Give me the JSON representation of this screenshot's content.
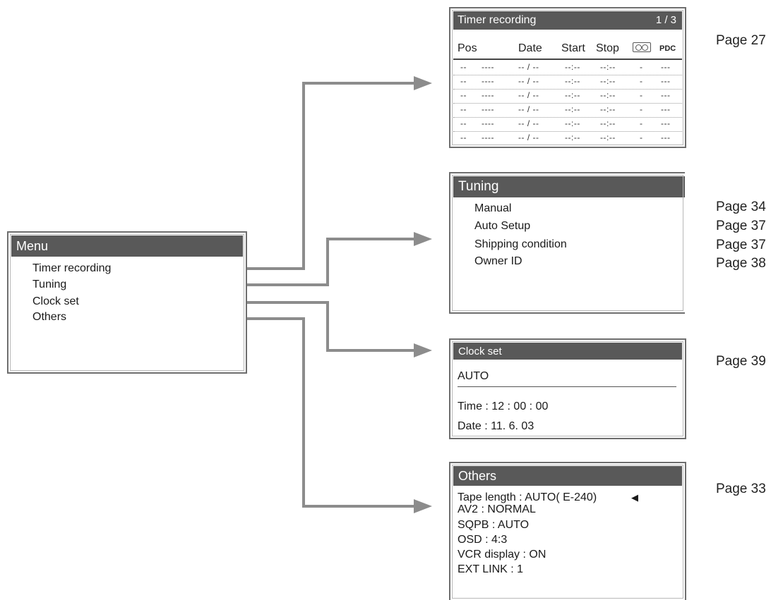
{
  "menu": {
    "title": "Menu",
    "items": [
      "Timer recording",
      "Tuning",
      "Clock set",
      "Others"
    ]
  },
  "timer": {
    "title": "Timer recording",
    "page": "1 / 3",
    "headers": {
      "pos": "Pos",
      "date": "Date",
      "start": "Start",
      "stop": "Stop",
      "pdc": "PDC"
    },
    "cassette_icon": "cassette-icon",
    "rows": [
      {
        "pos": "--",
        "name": "----",
        "date": "-- / --",
        "start": "--:--",
        "stop": "--:--",
        "tape": "-",
        "pdc": "---"
      },
      {
        "pos": "--",
        "name": "----",
        "date": "-- / --",
        "start": "--:--",
        "stop": "--:--",
        "tape": "-",
        "pdc": "---"
      },
      {
        "pos": "--",
        "name": "----",
        "date": "-- / --",
        "start": "--:--",
        "stop": "--:--",
        "tape": "-",
        "pdc": "---"
      },
      {
        "pos": "--",
        "name": "----",
        "date": "-- / --",
        "start": "--:--",
        "stop": "--:--",
        "tape": "-",
        "pdc": "---"
      },
      {
        "pos": "--",
        "name": "----",
        "date": "-- / --",
        "start": "--:--",
        "stop": "--:--",
        "tape": "-",
        "pdc": "---"
      },
      {
        "pos": "--",
        "name": "----",
        "date": "-- / --",
        "start": "--:--",
        "stop": "--:--",
        "tape": "-",
        "pdc": "---"
      }
    ],
    "page_ref": "Page 27"
  },
  "tuning": {
    "title": "Tuning",
    "items": [
      "Manual",
      "Auto Setup",
      "Shipping condition",
      "Owner ID"
    ],
    "page_refs": [
      "Page 34",
      "Page 37",
      "Page 37",
      "Page 38"
    ]
  },
  "clock": {
    "title": "Clock set",
    "mode": "AUTO",
    "time": "Time : 12 : 00 : 00",
    "date": "Date : 11. 6. 03",
    "page_ref": "Page 39"
  },
  "others": {
    "title": "Others",
    "items": [
      "Tape length : AUTO( E-240)",
      "AV2 : NORMAL",
      "SQPB : AUTO",
      "OSD : 4:3",
      "VCR display : ON",
      "EXT LINK : 1"
    ],
    "selector_icon": "pointer-left-icon",
    "page_ref": "Page 33"
  },
  "colors": {
    "connector": "#8c8c8c",
    "title_bar": "#595959",
    "frame": "#6e6e6e"
  }
}
